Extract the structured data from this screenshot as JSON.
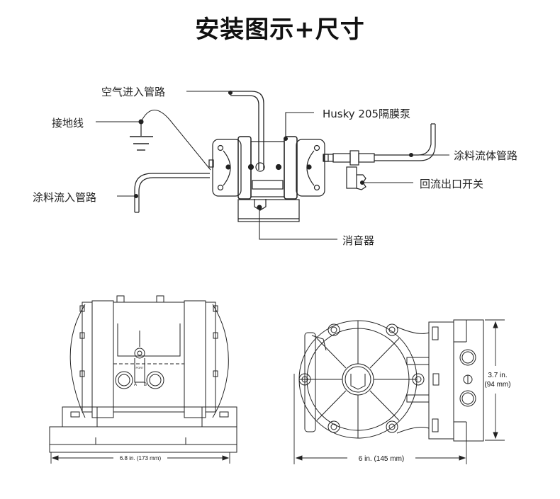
{
  "title": "安装图示+尺寸",
  "installation_diagram": {
    "labels": {
      "air_inlet": "空气进入管路",
      "ground_wire": "接地线",
      "paint_inlet": "涂料流入管路",
      "pump": "Husky 205隔膜泵",
      "paint_outlet": "涂料流体管路",
      "return_valve": "回流出口开关",
      "muffler": "消音器"
    }
  },
  "front_view": {
    "port_marking": "PORT",
    "port_a": "A",
    "port_b": "B",
    "width_dimension": "6.8 in. (173 mm)"
  },
  "side_view": {
    "width_dimension": "6 in. (145 mm)",
    "height_dimension_in": "3.7 in.",
    "height_dimension_mm": "(94 mm)"
  }
}
